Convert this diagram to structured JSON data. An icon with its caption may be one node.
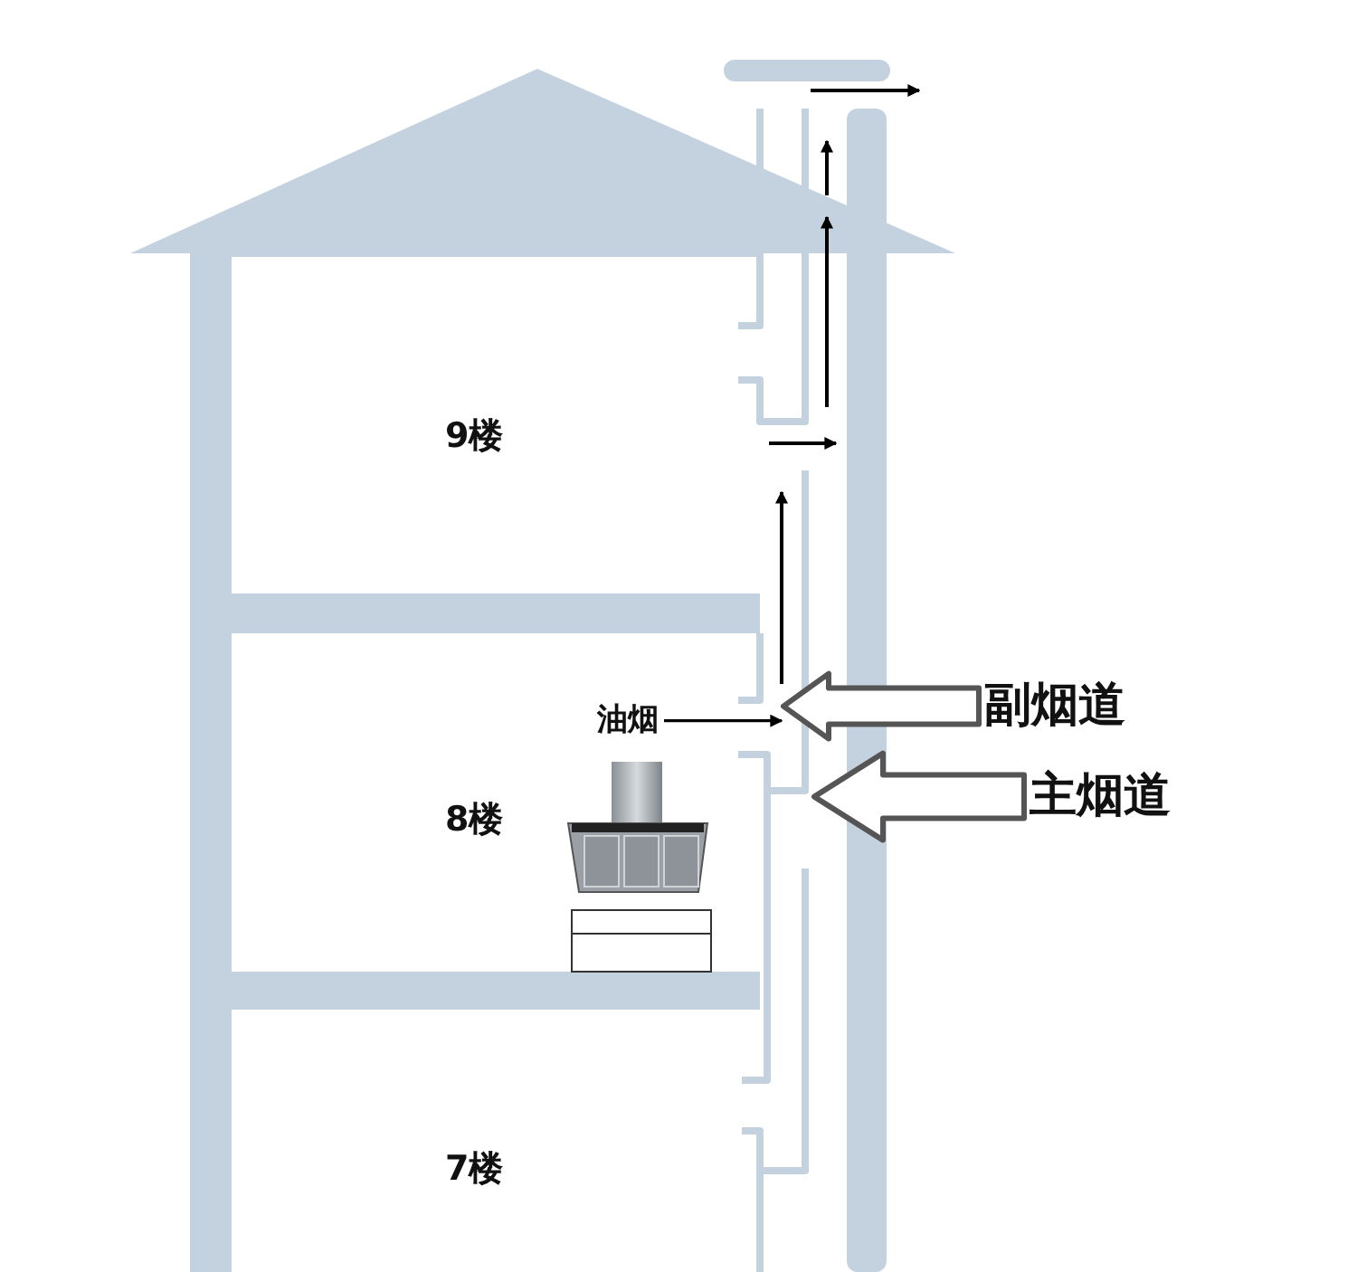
{
  "diagram": {
    "nodes": [
      {
        "text": [
          "油烟"
        ]
      },
      {
        "text": [
          "副烟道"
        ]
      },
      {
        "text": [
          "主烟道"
        ]
      }
    ],
    "edges": [
      {
        "from": 0,
        "to": null,
        "arrow": "to"
      },
      {
        "from": 1,
        "to": null,
        "arrow": "to",
        "style": "thick"
      },
      {
        "from": 2,
        "to": null,
        "arrow": "to",
        "style": "thick"
      }
    ],
    "labels": [
      "9楼",
      "8楼",
      "7楼"
    ]
  }
}
